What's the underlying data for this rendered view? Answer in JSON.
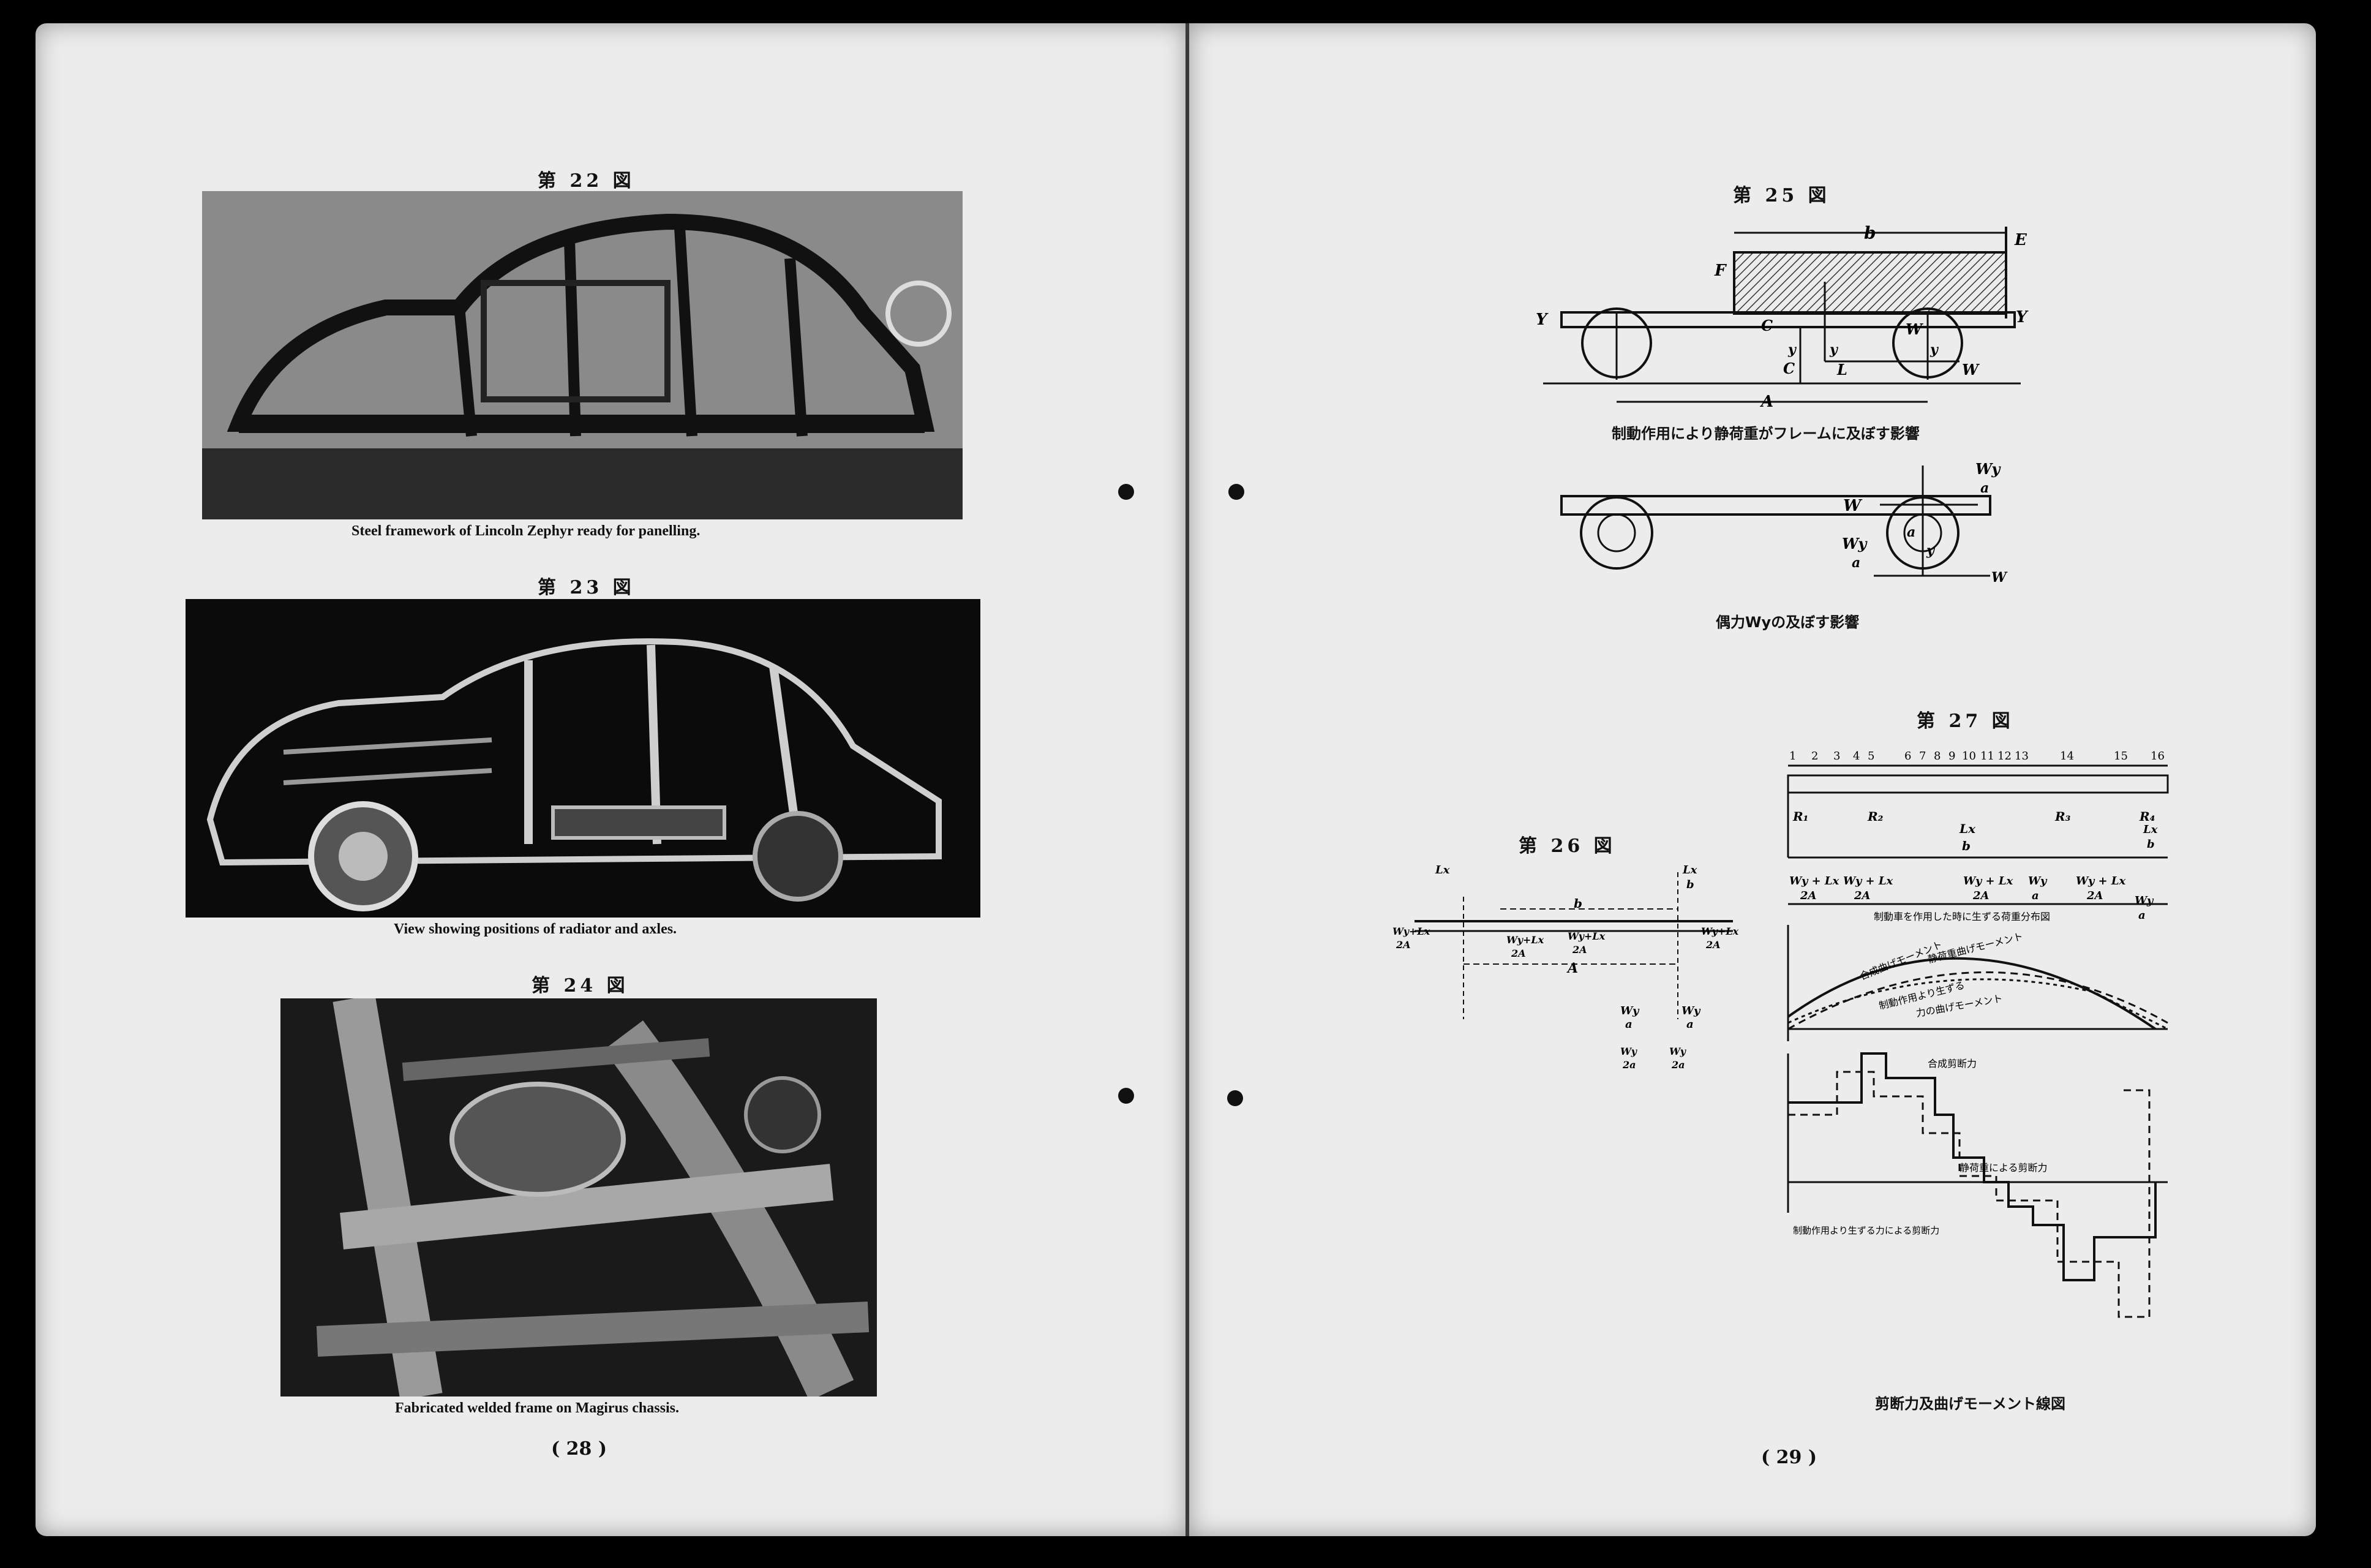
{
  "left_page": {
    "fig22": {
      "title": "第 22 図",
      "caption": "Steel framework of Lincoln Zephyr ready for panelling."
    },
    "fig23": {
      "title": "第 23 図",
      "caption": "View showing positions of radiator and axles."
    },
    "fig24": {
      "title": "第 24 図",
      "caption": "Fabricated welded frame on Magirus chassis."
    },
    "page_number": "( 28 )"
  },
  "right_page": {
    "fig25": {
      "title": "第 25 図",
      "caption_top": "制動作用により静荷重がフレームに及ぼす影響",
      "caption_bottom": "偶力Wyの及ぼす影響",
      "labels": {
        "b": "b",
        "E": "E",
        "F": "F",
        "Y": "Y",
        "C": "C",
        "W": "W",
        "y": "y",
        "L": "L",
        "A": "A",
        "Wy": "Wy",
        "a": "a"
      }
    },
    "fig26": {
      "title": "第 26 図",
      "labels": {
        "Lx": "Lx",
        "b": "b",
        "A": "A",
        "Wy": "Wy",
        "a": "a",
        "Wy2A": "Wy+Lx",
        "twoA": "2A",
        "twoa": "2a"
      }
    },
    "fig27": {
      "title": "第 27 図",
      "caption": "剪断力及曲げモーメント線図",
      "ticks": [
        "1",
        "2",
        "3",
        "4",
        "5",
        "6",
        "7",
        "8",
        "9",
        "10",
        "11",
        "12",
        "13",
        "14",
        "15",
        "16"
      ],
      "reactions": [
        "R₁",
        "R₂",
        "R₃",
        "R₄"
      ],
      "load_label": "制動車を作用した時に生ずる荷重分布図",
      "moment_labels": [
        "合成曲げモーメント",
        "静荷重曲げモーメント",
        "制動作用より生ずる",
        "力の曲げモーメント"
      ],
      "shear_labels": [
        "合成剪断力",
        "静荷重による剪断力",
        "制動作用より生ずる力による剪断力"
      ],
      "expr_lx_b": "Lx",
      "expr_b": "b",
      "expr_wy_lx": "Wy + Lx",
      "expr_2a": "2A",
      "expr_wy": "Wy",
      "expr_a": "a"
    },
    "page_number": "( 29 )"
  }
}
